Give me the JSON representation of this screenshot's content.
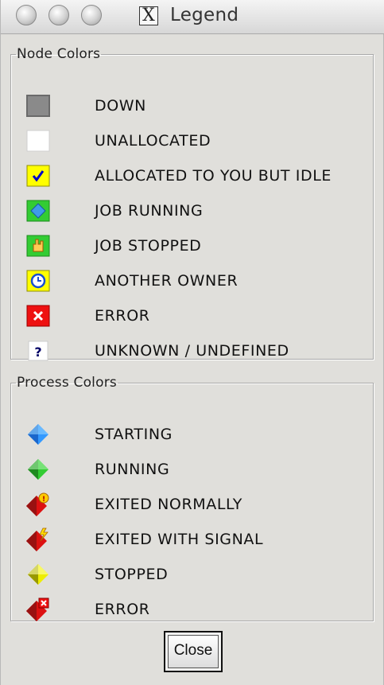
{
  "window": {
    "title": "Legend",
    "title_icon": "X"
  },
  "node_colors": {
    "heading": "Node Colors",
    "items": [
      {
        "label": "DOWN",
        "icon": "gray-square-icon",
        "color": "#8a8a8a"
      },
      {
        "label": "UNALLOCATED",
        "icon": "white-square-icon",
        "color": "#ffffff"
      },
      {
        "label": "ALLOCATED TO YOU BUT IDLE",
        "icon": "yellow-check-icon",
        "color": "#ffff00"
      },
      {
        "label": "JOB RUNNING",
        "icon": "green-diamond-icon",
        "color": "#33cc33"
      },
      {
        "label": "JOB STOPPED",
        "icon": "green-hand-icon",
        "color": "#33cc33"
      },
      {
        "label": "ANOTHER OWNER",
        "icon": "yellow-clock-icon",
        "color": "#ffff00"
      },
      {
        "label": "ERROR",
        "icon": "red-x-icon",
        "color": "#ee1111"
      },
      {
        "label": "UNKNOWN / UNDEFINED",
        "icon": "question-mark-icon",
        "color": "#ffffff"
      }
    ]
  },
  "process_colors": {
    "heading": "Process Colors",
    "items": [
      {
        "label": "STARTING",
        "icon": "blue-diamond-icon",
        "color": "#3399ff"
      },
      {
        "label": "RUNNING",
        "icon": "green-diamond-icon",
        "color": "#33cc33"
      },
      {
        "label": "EXITED NORMALLY",
        "icon": "red-diamond-exit-icon",
        "color": "#dd1111"
      },
      {
        "label": "EXITED WITH SIGNAL",
        "icon": "red-diamond-signal-icon",
        "color": "#dd1111"
      },
      {
        "label": "STOPPED",
        "icon": "yellow-diamond-icon",
        "color": "#eeee00"
      },
      {
        "label": "ERROR",
        "icon": "red-diamond-error-icon",
        "color": "#dd1111"
      }
    ]
  },
  "buttons": {
    "close_label": "Close"
  }
}
